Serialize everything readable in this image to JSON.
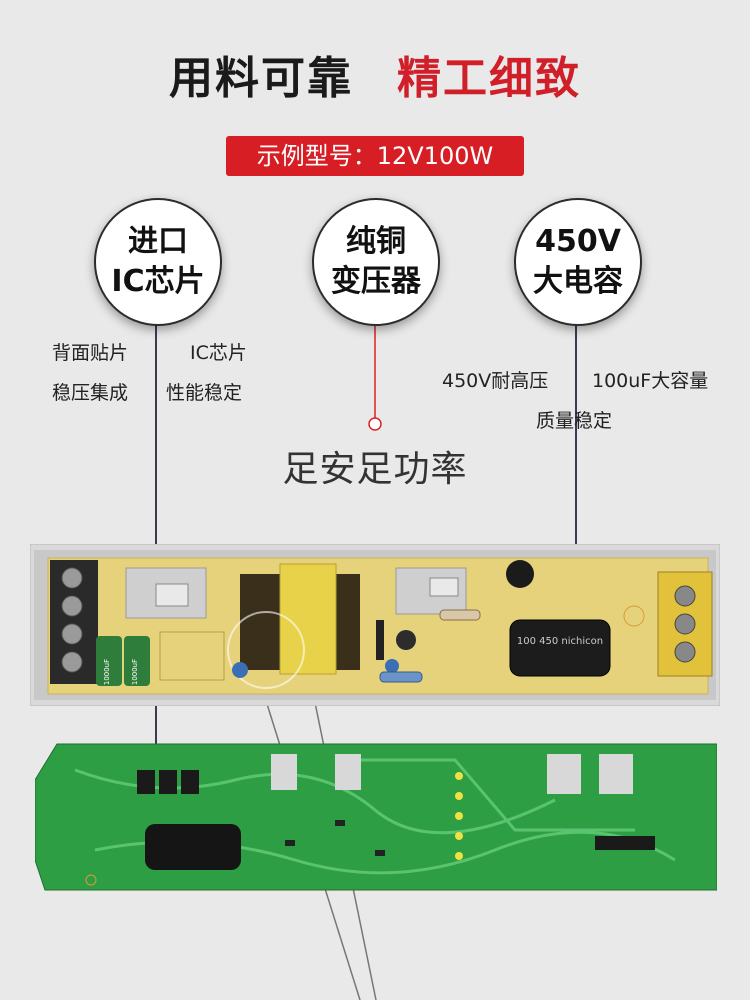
{
  "headline": {
    "part1": "用料可靠",
    "part2": "精工细致"
  },
  "model_badge": "示例型号：12V100W",
  "features": [
    {
      "line1": "进口",
      "line2": "IC芯片"
    },
    {
      "line1": "纯铜",
      "line2": "变压器"
    },
    {
      "line1": "450V",
      "line2": "大电容"
    }
  ],
  "desc_left": {
    "row1_a": "背面贴片",
    "row1_b": "IC芯片",
    "row2_a": "稳压集成",
    "row2_b": "性能稳定"
  },
  "desc_right": {
    "row1_a": "450V耐高压",
    "row1_b": "100uF大容量",
    "row2": "质量稳定"
  },
  "mid_title": "足安足功率",
  "capacitor_print": {
    "small": "1000uF",
    "big": "100 450 nichicon"
  },
  "colors": {
    "accent_red": "#d81e25",
    "pcb_yellow": "#e6d27a",
    "pcb_green": "#2e9e45"
  }
}
